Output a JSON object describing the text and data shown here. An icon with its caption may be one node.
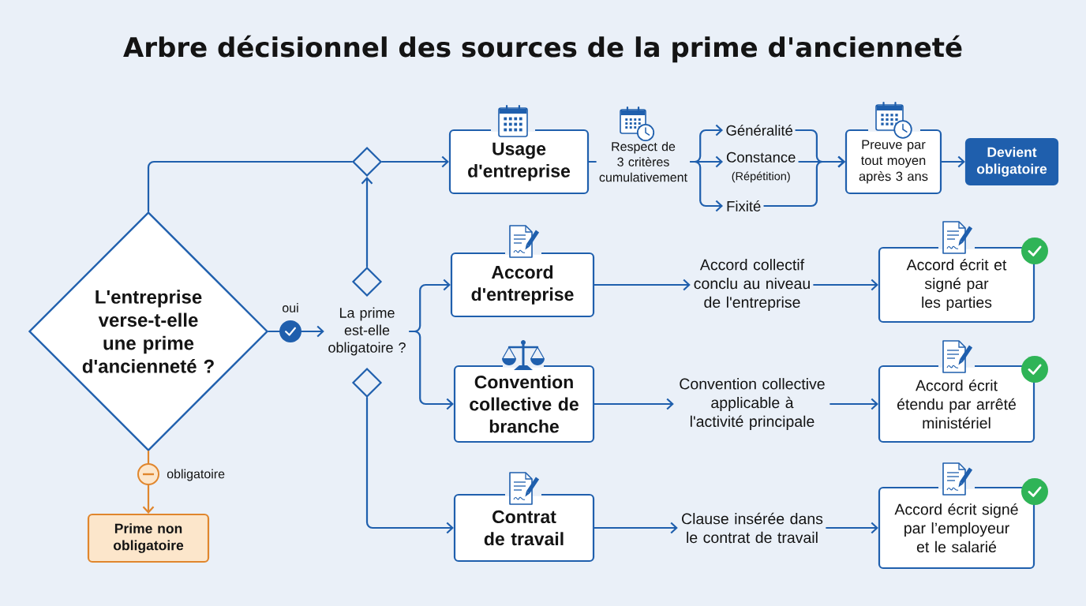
{
  "diagram": {
    "title": "Arbre décisionnel des sources de la prime d'ancienneté",
    "nodes": [
      {
        "text": [
          "L'entreprise verse-t-elle une prime d'ancienneté ?"
        ]
      },
      {
        "text": [],
        "shape": "diamond"
      },
      {
        "text": [],
        "shape": "diamond"
      },
      {
        "text": [
          "La prime est-elle obligatoire ?"
        ]
      },
      {
        "text": [],
        "shape": "diamond"
      },
      {
        "text": [
          "Usage d'entreprise"
        ]
      },
      {
        "text": [
          "Respect de 3 critères cumulativement"
        ]
      },
      {
        "text": [
          "Généralité"
        ]
      },
      {
        "text": [
          "Constance",
          "(Répétition)"
        ]
      },
      {
        "text": [
          "Fixité"
        ]
      },
      {
        "text": [
          "Preuve par tout moyen après 3 ans"
        ]
      },
      {
        "text": [
          "Devient obligatoire"
        ]
      },
      {
        "text": [
          "Accord d'entreprise"
        ]
      },
      {
        "text": [
          "Accord collectif conclu au niveau de l'entreprise"
        ]
      },
      {
        "text": [
          "Accord écrit et signé par les parties"
        ]
      },
      {
        "text": [
          "Convention collective de branche"
        ]
      },
      {
        "text": [
          "Convention collective applicable à l'activité principale"
        ]
      },
      {
        "text": [
          "Accord écrit étendu par arrêté ministériel"
        ]
      },
      {
        "text": [
          "Contrat de travail"
        ]
      },
      {
        "text": [
          "Clause insérée dans le contrat de travail"
        ]
      },
      {
        "text": [
          "Accord écrit signé par l’employeur et le salarié"
        ]
      },
      {
        "text": [
          "Prime non obligatoire"
        ]
      }
    ],
    "edges": [
      {
        "from": 0,
        "to": 1,
        "arrow": "none"
      },
      {
        "from": 1,
        "to": 5,
        "arrow": "to"
      },
      {
        "from": 2,
        "to": 1,
        "arrow": "to"
      },
      {
        "from": 0,
        "to": 3,
        "arrow": "to",
        "label": "oui"
      },
      {
        "from": 3,
        "to": 12,
        "arrow": "to"
      },
      {
        "from": 3,
        "to": 15,
        "arrow": "to"
      },
      {
        "from": 4,
        "to": 18,
        "arrow": "to"
      },
      {
        "from": 5,
        "to": 6,
        "arrow": "none"
      },
      {
        "from": 6,
        "to": 7,
        "arrow": "to"
      },
      {
        "from": 6,
        "to": 8,
        "arrow": "to"
      },
      {
        "from": 6,
        "to": 9,
        "arrow": "to"
      },
      {
        "from": 7,
        "to": 10,
        "arrow": "to"
      },
      {
        "from": 8,
        "to": 10,
        "arrow": "to"
      },
      {
        "from": 9,
        "to": 10,
        "arrow": "to"
      },
      {
        "from": 10,
        "to": 11,
        "arrow": "to"
      },
      {
        "from": 12,
        "to": 13,
        "arrow": "to"
      },
      {
        "from": 13,
        "to": 14,
        "arrow": "to"
      },
      {
        "from": 15,
        "to": 16,
        "arrow": "to"
      },
      {
        "from": 16,
        "to": 17,
        "arrow": "to"
      },
      {
        "from": 18,
        "to": 19,
        "arrow": "to"
      },
      {
        "from": 19,
        "to": 20,
        "arrow": "to"
      },
      {
        "from": 0,
        "to": 21,
        "arrow": "to",
        "label": "obligatoire",
        "color": "#e0862d"
      }
    ]
  }
}
